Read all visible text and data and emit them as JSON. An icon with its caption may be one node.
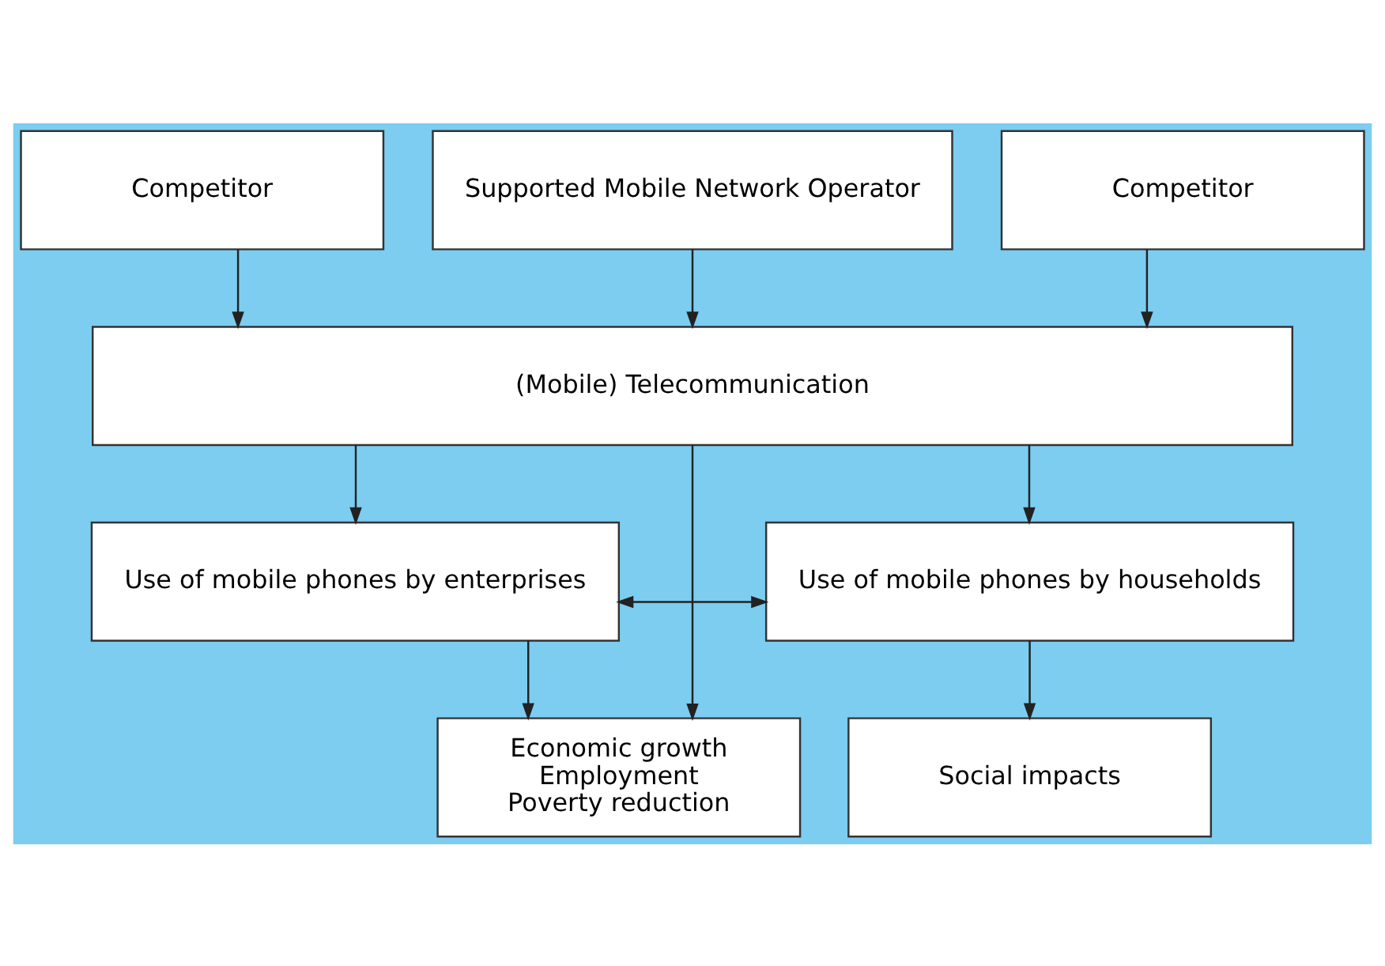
{
  "diagram": {
    "nodes": [
      {
        "text": [
          "Competitor"
        ]
      },
      {
        "text": [
          "Supported Mobile Network Operator"
        ]
      },
      {
        "text": [
          "Competitor"
        ]
      },
      {
        "text": [
          "(Mobile) Telecommunication"
        ]
      },
      {
        "text": [
          "Use of mobile phones by enterprises"
        ]
      },
      {
        "text": [
          "Use of mobile phones by households"
        ]
      },
      {
        "text": [
          "Economic growth",
          "Employment",
          "Poverty reduction"
        ]
      },
      {
        "text": [
          "Social impacts"
        ]
      }
    ],
    "edges": [
      {
        "from": 0,
        "to": 3,
        "arrow": "to"
      },
      {
        "from": 1,
        "to": 3,
        "arrow": "to"
      },
      {
        "from": 2,
        "to": 3,
        "arrow": "to"
      },
      {
        "from": 3,
        "to": 6,
        "arrow": "to"
      },
      {
        "from": 3,
        "to": 4,
        "arrow": "to"
      },
      {
        "from": 3,
        "to": 5,
        "arrow": "to"
      },
      {
        "from": 4,
        "to": 6,
        "arrow": "to"
      },
      {
        "from": 4,
        "to": 5,
        "arrow": "both"
      },
      {
        "from": 5,
        "to": 7,
        "arrow": "to"
      }
    ]
  }
}
